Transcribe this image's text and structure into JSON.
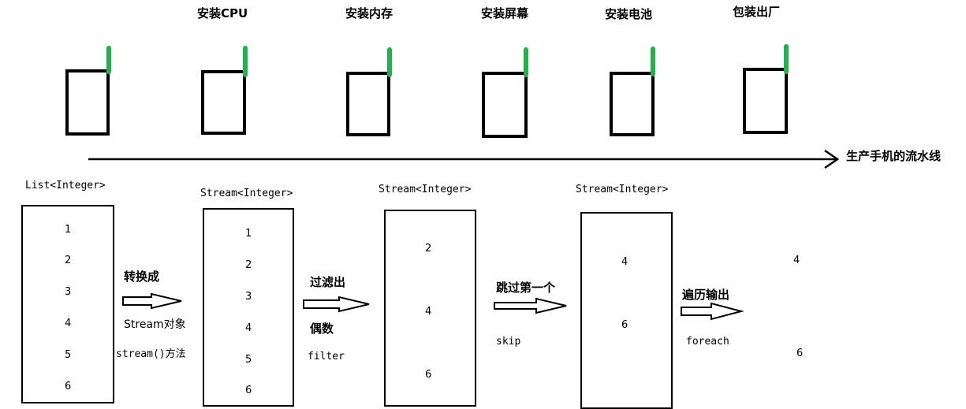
{
  "assembly_line": {
    "steps": [
      "安装CPU",
      "安装内存",
      "安装屏幕",
      "安装电池",
      "包装出厂"
    ],
    "caption": "生产手机的流水线"
  },
  "stages": [
    {
      "type_label": "List<Integer>",
      "values": [
        "1",
        "2",
        "3",
        "4",
        "5",
        "6"
      ]
    },
    {
      "type_label": "Stream<Integer>",
      "values": [
        "1",
        "2",
        "3",
        "4",
        "5",
        "6"
      ]
    },
    {
      "type_label": "Stream<Integer>",
      "values": [
        "2",
        "4",
        "6"
      ]
    },
    {
      "type_label": "Stream<Integer>",
      "values": [
        "4",
        "6"
      ]
    }
  ],
  "operations": [
    {
      "title": "转换成",
      "line2": "Stream对象",
      "line3": "stream()方法"
    },
    {
      "title": "过滤出",
      "line2": "偶数",
      "line3": "filter"
    },
    {
      "title": "跳过第一个",
      "line2": "skip"
    },
    {
      "title": "遍历输出",
      "line2": "foreach"
    }
  ],
  "output_values": [
    "4",
    "6"
  ],
  "colors": {
    "antenna": "#22b14c",
    "line": "#000000"
  }
}
